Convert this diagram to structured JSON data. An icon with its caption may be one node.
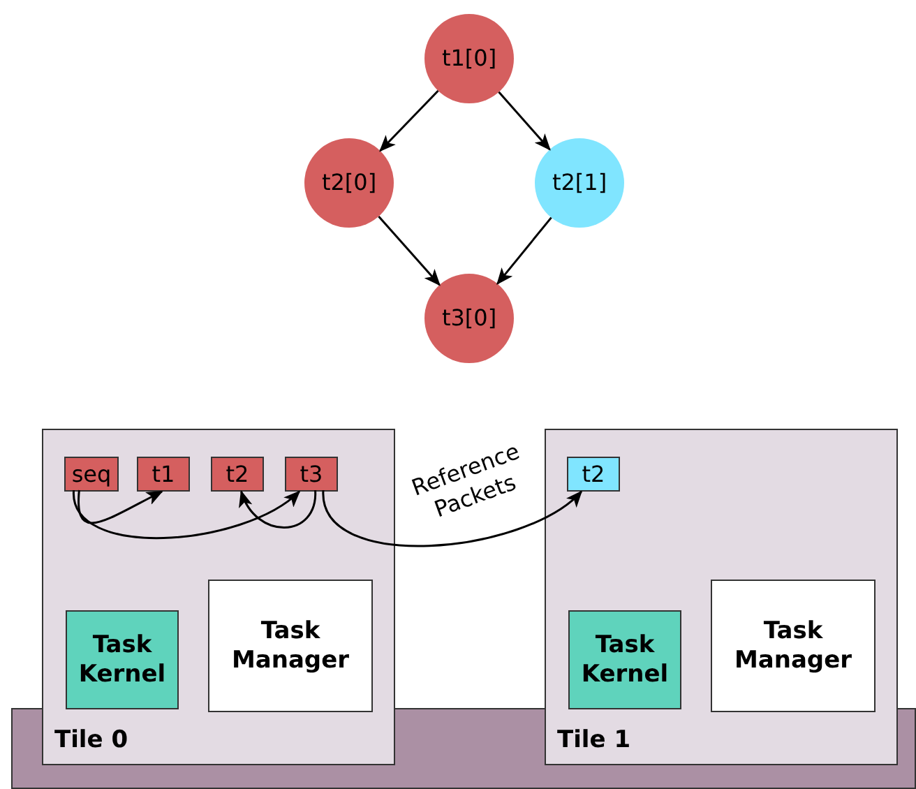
{
  "diagram": {
    "nodes": [
      {
        "text": [
          "t1[0]"
        ]
      },
      {
        "text": [
          "t2[0]"
        ]
      },
      {
        "text": [
          "t2[1]"
        ]
      },
      {
        "text": [
          "t3[0]"
        ]
      },
      {
        "text": [
          "Tile 0"
        ]
      },
      {
        "text": [
          "seq"
        ],
        "in": 4
      },
      {
        "text": [
          "t1"
        ],
        "in": 4
      },
      {
        "text": [
          "t2"
        ],
        "in": 4
      },
      {
        "text": [
          "t3"
        ],
        "in": 4
      },
      {
        "text": [
          "Task Kernel"
        ],
        "in": 4
      },
      {
        "text": [
          "Task Manager"
        ],
        "in": 4
      },
      {
        "text": [
          "Tile 1"
        ]
      },
      {
        "text": [
          "t2"
        ],
        "in": 11
      },
      {
        "text": [
          "Task Kernel"
        ],
        "in": 11
      },
      {
        "text": [
          "Task Manager"
        ],
        "in": 11
      }
    ],
    "edges": [
      {
        "from": 0,
        "to": 1,
        "arrow": "to"
      },
      {
        "from": 0,
        "to": 2,
        "arrow": "to"
      },
      {
        "from": 1,
        "to": 3,
        "arrow": "to"
      },
      {
        "from": 2,
        "to": 3,
        "arrow": "to"
      },
      {
        "from": 5,
        "to": 6,
        "arrow": "to"
      },
      {
        "from": 5,
        "to": 8,
        "arrow": "to"
      },
      {
        "from": 8,
        "to": 7,
        "arrow": "to"
      },
      {
        "from": 8,
        "to": 12,
        "arrow": "to",
        "label": "Reference Packets"
      }
    ]
  }
}
